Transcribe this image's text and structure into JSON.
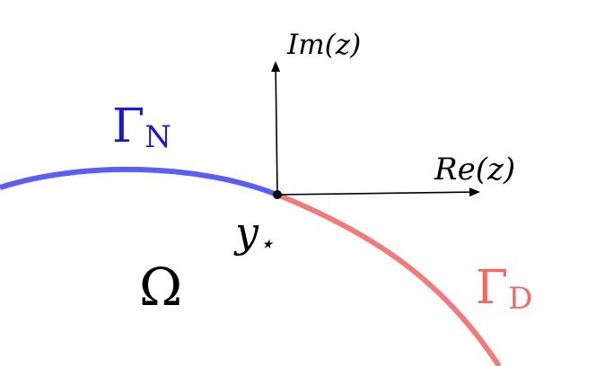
{
  "diagram": {
    "axis_imaginary_label": "Im(z)",
    "axis_real_label": "Re(z)",
    "point_label": "y⋆",
    "domain_label": "Ω",
    "neumann_boundary_label": "ΓN",
    "dirichlet_boundary_label": "ΓD",
    "colors": {
      "neumann": "#5a5ef5",
      "neumann_label": "#1a1acc",
      "dirichlet": "#f07b7b",
      "dirichlet_label": "#ee6a6a",
      "axes": "#000000",
      "text": "#000000"
    }
  }
}
